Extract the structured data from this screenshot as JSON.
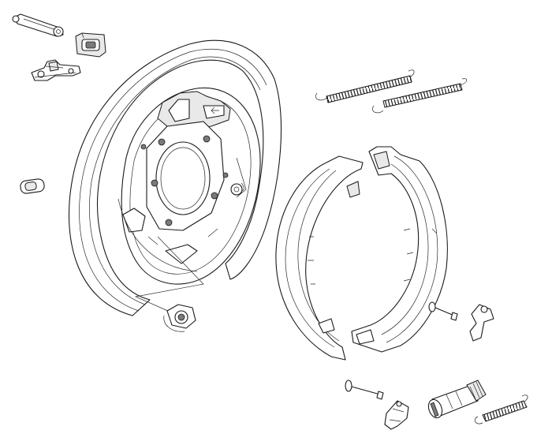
{
  "title": "",
  "colors": {
    "line": "#1a1a1a",
    "background": "#ffffff"
  },
  "parts": [
    {
      "id": "adjuster-lever",
      "icon": "lever-arm-icon"
    },
    {
      "id": "boot-grommet",
      "icon": "grommet-icon"
    },
    {
      "id": "actuator-lever",
      "icon": "actuator-icon"
    },
    {
      "id": "rubber-plug",
      "icon": "plug-icon"
    },
    {
      "id": "backing-plate",
      "icon": "backing-plate-icon"
    },
    {
      "id": "flange-nut",
      "icon": "hex-nut-icon"
    },
    {
      "id": "return-spring-upper-1",
      "icon": "coil-spring-icon"
    },
    {
      "id": "return-spring-upper-2",
      "icon": "coil-spring-icon"
    },
    {
      "id": "brake-shoe-front",
      "icon": "brake-shoe-icon"
    },
    {
      "id": "brake-shoe-rear",
      "icon": "brake-shoe-icon"
    },
    {
      "id": "hold-down-pin-upper",
      "icon": "pin-icon"
    },
    {
      "id": "hold-down-clip-upper",
      "icon": "clip-icon"
    },
    {
      "id": "hold-down-pin-lower",
      "icon": "pin-icon"
    },
    {
      "id": "hold-down-clip-lower",
      "icon": "clip-icon"
    },
    {
      "id": "adjuster-screw",
      "icon": "adjuster-screw-icon"
    },
    {
      "id": "lower-spring",
      "icon": "coil-spring-icon"
    }
  ]
}
